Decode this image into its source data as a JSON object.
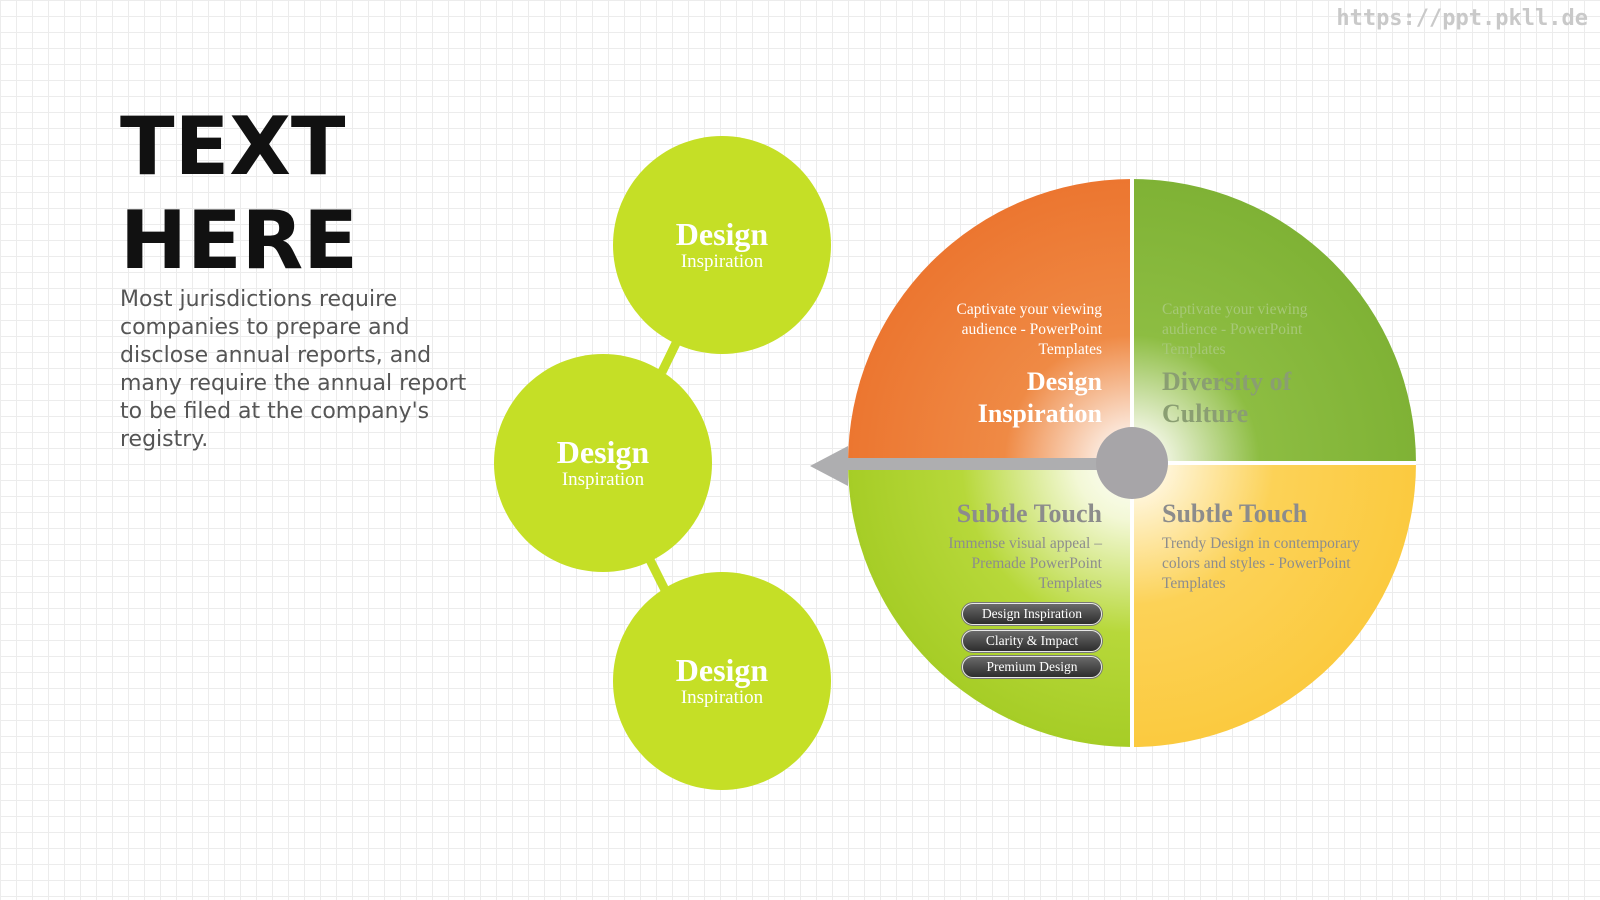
{
  "watermark": "https://ppt.pkll.de",
  "title": "TEXT\nHERE",
  "body": "Most jurisdictions require companies to prepare and disclose annual reports, and many require the annual report to be filed at the company's registry.",
  "bubbles": [
    {
      "title": "Design",
      "subtitle": "Inspiration"
    },
    {
      "title": "Design",
      "subtitle": "Inspiration"
    },
    {
      "title": "Design",
      "subtitle": "Inspiration"
    }
  ],
  "quadrants": {
    "top_left": {
      "text": "Captivate your viewing audience - PowerPoint Templates",
      "heading": "Design Inspiration",
      "color": "#ed7a32"
    },
    "top_right": {
      "text": "Captivate your viewing audience - PowerPoint Templates",
      "heading": "Diversity of Culture",
      "color": "#82b635"
    },
    "bottom_left": {
      "heading": "Subtle Touch",
      "text": "Immense visual appeal – Premade PowerPoint Templates",
      "color": "#a8cf28"
    },
    "bottom_right": {
      "heading": "Subtle Touch",
      "text": "Trendy Design in contemporary colors and styles - PowerPoint Templates",
      "color": "#fbcc45"
    }
  },
  "pills": [
    "Design Inspiration",
    "Clarity & Impact",
    "Premium Design"
  ],
  "colors": {
    "bubble": "#c5df26",
    "pointer": "#aeaeb0",
    "center": "#a7a5a8"
  }
}
